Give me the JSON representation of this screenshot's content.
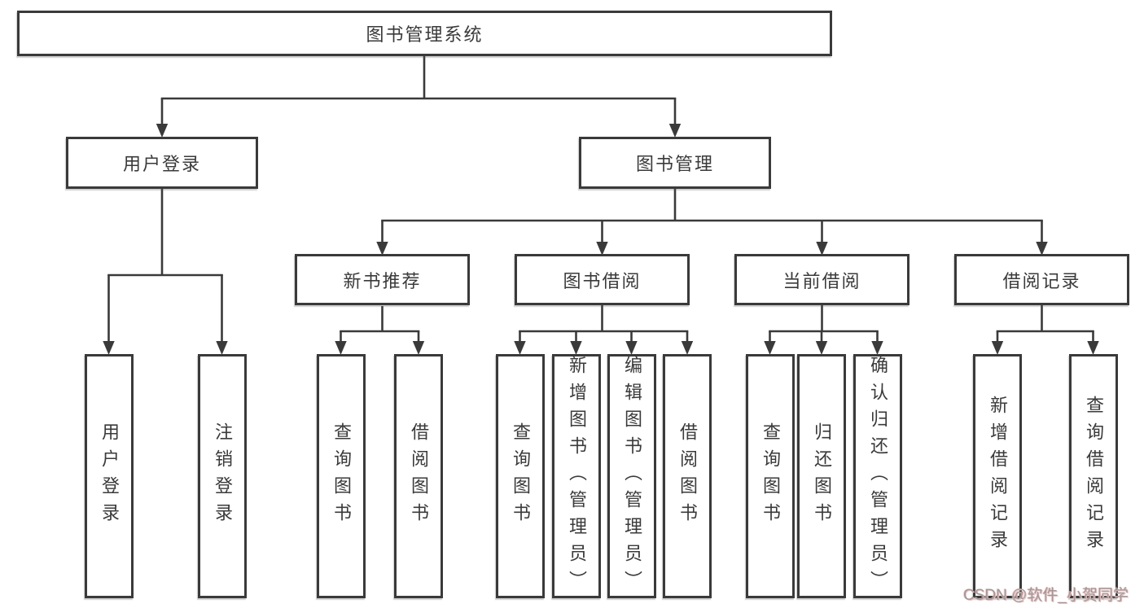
{
  "diagram": {
    "root": {
      "label": "图书管理系统"
    },
    "level2": [
      {
        "label": "用户登录"
      },
      {
        "label": "图书管理"
      }
    ],
    "level3": [
      {
        "label": "新书推荐",
        "parent": "图书管理"
      },
      {
        "label": "图书借阅",
        "parent": "图书管理"
      },
      {
        "label": "当前借阅",
        "parent": "图书管理"
      },
      {
        "label": "借阅记录",
        "parent": "图书管理"
      }
    ],
    "leaves": [
      {
        "label": "用户登录",
        "parent": "用户登录"
      },
      {
        "label": "注销登录",
        "parent": "用户登录"
      },
      {
        "label": "查询图书",
        "parent": "新书推荐"
      },
      {
        "label": "借阅图书",
        "parent": "新书推荐"
      },
      {
        "label": "查询图书",
        "parent": "图书借阅"
      },
      {
        "label": "新增图书（管理员）",
        "parent": "图书借阅"
      },
      {
        "label": "编辑图书（管理员）",
        "parent": "图书借阅"
      },
      {
        "label": "借阅图书",
        "parent": "图书借阅"
      },
      {
        "label": "查询图书",
        "parent": "当前借阅"
      },
      {
        "label": "归还图书",
        "parent": "当前借阅"
      },
      {
        "label": "确认归还（管理员）",
        "parent": "当前借阅"
      },
      {
        "label": "新增借阅记录",
        "parent": "借阅记录"
      },
      {
        "label": "查询借阅记录",
        "parent": "借阅记录"
      }
    ],
    "watermark": "CSDN @软件_小贺同学",
    "colors": {
      "line": "#3a3a3a",
      "text": "#3a3a3a",
      "background": "#ffffff",
      "watermark": "#9b9b9b",
      "watermark_glow": "#f3bcbc"
    }
  }
}
